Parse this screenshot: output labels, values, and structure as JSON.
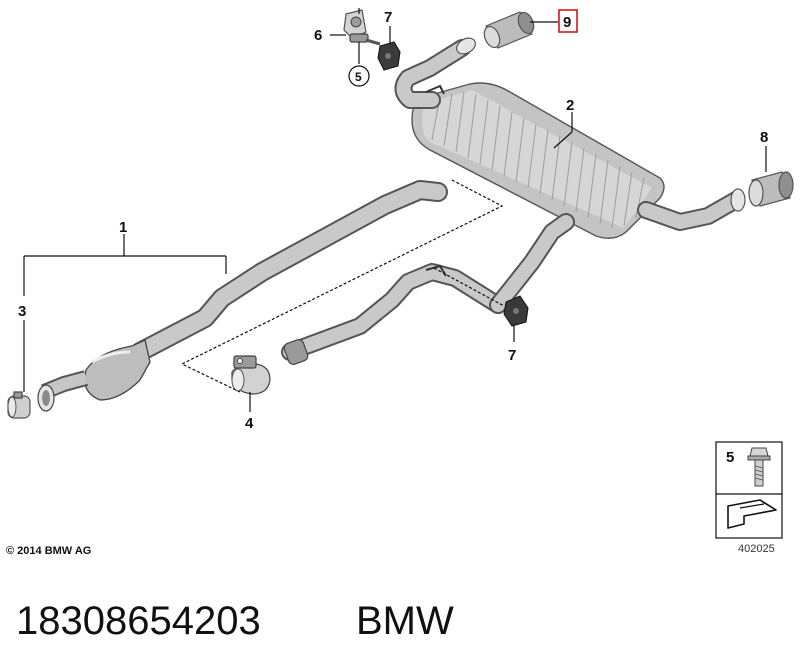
{
  "callouts": {
    "c1": "1",
    "c2": "2",
    "c3": "3",
    "c4": "4",
    "c5_circled": "5",
    "c6": "6",
    "c7_top": "7",
    "c7_bottom": "7",
    "c8": "8",
    "c9": "9"
  },
  "highlight_color": "#d9141b",
  "legend": {
    "item_number": "5",
    "diagram_id": "402025"
  },
  "copyright": "© 2014 BMW AG",
  "footer": {
    "part_number": "18308654203",
    "brand": "BMW"
  }
}
